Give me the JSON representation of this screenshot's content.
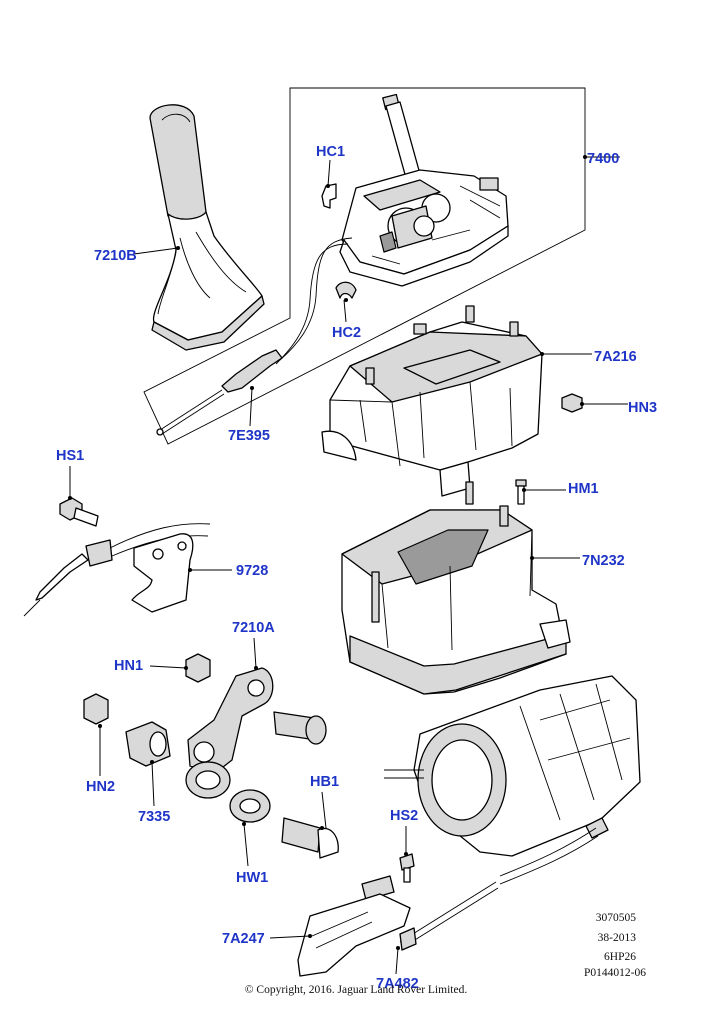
{
  "callouts": {
    "c7400": "7400",
    "cHC1": "HC1",
    "cHC2": "HC2",
    "c7210B": "7210B",
    "c7E395": "7E395",
    "c7A216": "7A216",
    "cHN3": "HN3",
    "cHS1": "HS1",
    "cHM1": "HM1",
    "c7N232": "7N232",
    "c9728": "9728",
    "c7210A": "7210A",
    "cHN1": "HN1",
    "cHN2": "HN2",
    "c7335": "7335",
    "cHB1": "HB1",
    "cHW1": "HW1",
    "cHS2": "HS2",
    "c7A247": "7A247",
    "c7A482": "7A482"
  },
  "meta": {
    "line1": "3070505",
    "line2": "38-2013",
    "line3": "6HP26",
    "line4": "P0144012-06",
    "copyright": "© Copyright, 2016. Jaguar Land Rover Limited."
  },
  "colors": {
    "callout": "#1f35c8",
    "line": "#000000"
  }
}
